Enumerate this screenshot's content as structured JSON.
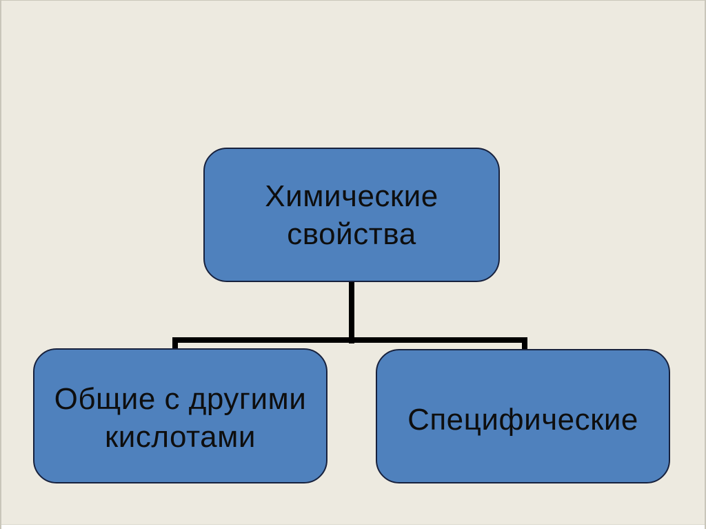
{
  "slide": {
    "colors": {
      "background": "#EDEAE0",
      "box_fill": "#4F81BD",
      "box_border": "#17213D",
      "connector": "#000000",
      "text": "#0E0E0E",
      "frame_edge": "#C9C6BA",
      "bottom_strip": "#FFFFFF",
      "bottom_strip_line": "#DBD8CC"
    }
  },
  "diagram": {
    "root": {
      "label": "Химические свойства",
      "lines": [
        "Химические",
        "свойства"
      ]
    },
    "children": [
      {
        "label": "Общие с другими кислотами",
        "lines": [
          "Общие с другими",
          "кислотами"
        ]
      },
      {
        "label": "Специфические",
        "lines": [
          "Специфические"
        ]
      }
    ]
  }
}
